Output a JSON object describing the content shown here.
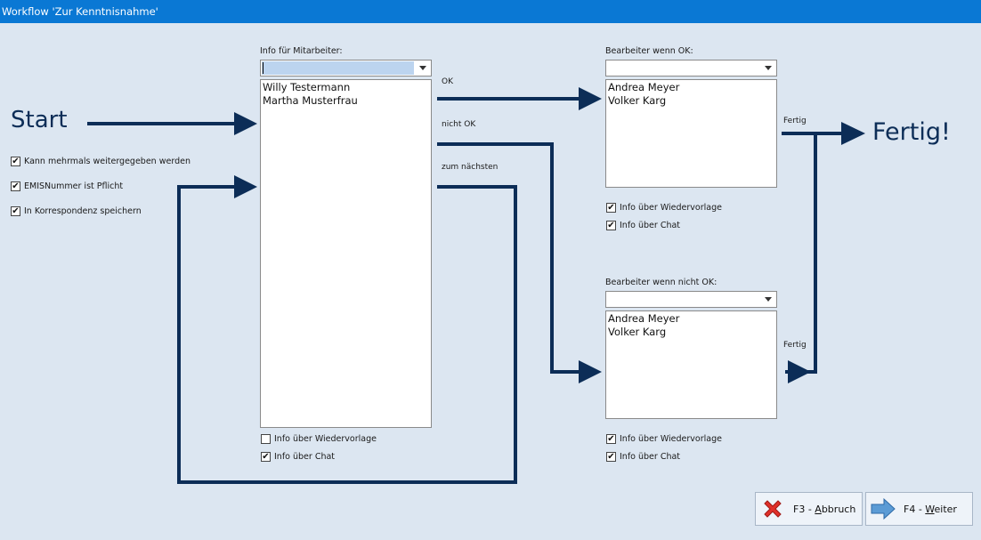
{
  "window": {
    "title": "Workflow 'Zur Kenntnisnahme'"
  },
  "flow": {
    "start": "Start",
    "fertig": "Fertig!",
    "ok": "OK",
    "nicht_ok": "nicht OK",
    "zum_naechsten": "zum nächsten",
    "fertig_small_1": "Fertig",
    "fertig_small_2": "Fertig"
  },
  "options": {
    "kann_mehrmals": {
      "label": "Kann mehrmals weitergegeben werden",
      "checked": true
    },
    "emis_pflicht": {
      "label": "EMISNummer ist Pflicht",
      "checked": true
    },
    "korrespondenz": {
      "label": "In Korrespondenz speichern",
      "checked": true
    }
  },
  "info": {
    "label": "Info für Mitarbeiter:",
    "combo_value": "",
    "items": [
      "Willy Testermann",
      "Martha Musterfrau"
    ],
    "wiedervorlage": {
      "label": "Info über Wiedervorlage",
      "checked": false
    },
    "chat": {
      "label": "Info über Chat",
      "checked": true
    }
  },
  "ok_panel": {
    "label": "Bearbeiter wenn OK:",
    "combo_value": "",
    "items": [
      "Andrea Meyer",
      "Volker Karg"
    ],
    "wiedervorlage": {
      "label": "Info über Wiedervorlage",
      "checked": true
    },
    "chat": {
      "label": "Info über Chat",
      "checked": true
    }
  },
  "notok_panel": {
    "label": "Bearbeiter wenn nicht OK:",
    "combo_value": "",
    "items": [
      "Andrea Meyer",
      "Volker Karg"
    ],
    "wiedervorlage": {
      "label": "Info über Wiedervorlage",
      "checked": true
    },
    "chat": {
      "label": "Info über Chat",
      "checked": true
    }
  },
  "buttons": {
    "abbruch": {
      "prefix": "F3 - ",
      "mnemonic": "A",
      "rest": "bbruch"
    },
    "weiter": {
      "prefix": "F4 - ",
      "mnemonic": "W",
      "rest": "eiter"
    }
  },
  "colors": {
    "titlebar": "#0a78d4",
    "background": "#dce6f1",
    "arrows": "#0c2d57"
  }
}
